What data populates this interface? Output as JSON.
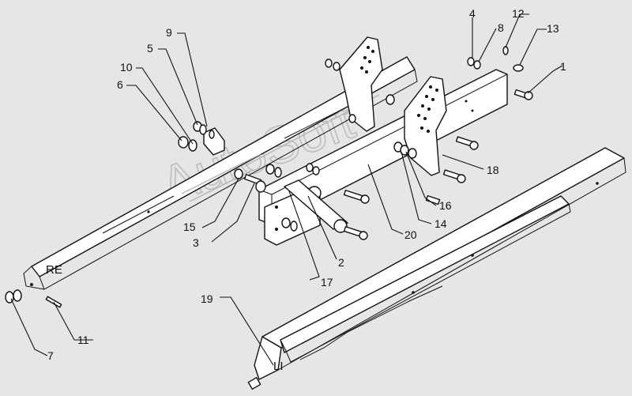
{
  "watermark": "AutoSoft",
  "side_labels": {
    "right": "RE",
    "left": "LI"
  },
  "callouts": [
    "1",
    "2",
    "3",
    "4",
    "5",
    "6",
    "7",
    "8",
    "9",
    "10",
    "11",
    "12",
    "13",
    "14",
    "15",
    "16",
    "17",
    "18",
    "19",
    "20"
  ],
  "colors": {
    "background": "#e6e6e6",
    "line": "#111111",
    "part_fill": "#ffffff",
    "watermark": "#bdbdbd"
  }
}
